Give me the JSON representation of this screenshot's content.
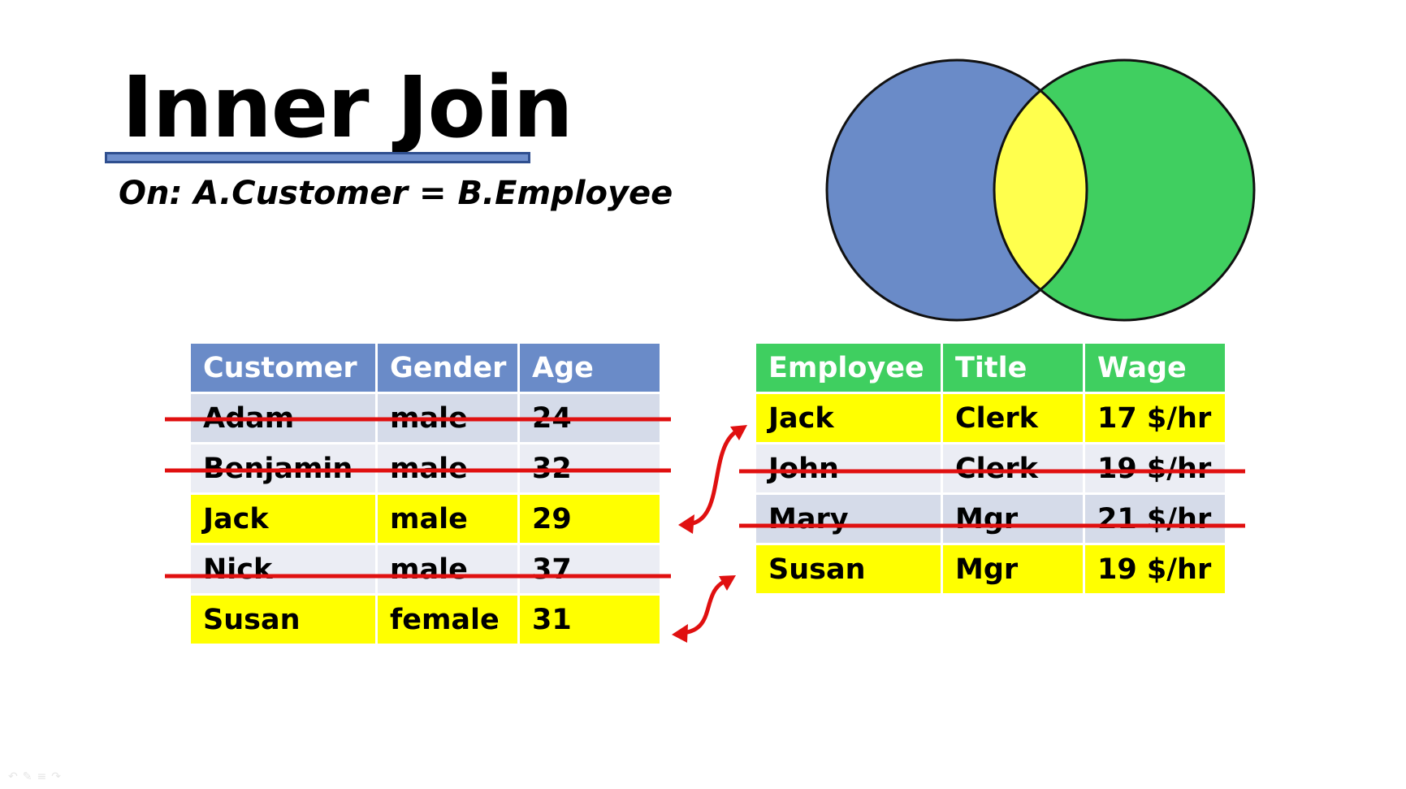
{
  "slide": {
    "title": "Inner Join",
    "subtitle": "On: A.Customer = B.Employee"
  },
  "venn": {
    "left_color": "#6a8bc8",
    "right_color": "#40cf60",
    "overlap_color": "#ffff4d",
    "outline_color": "#111111"
  },
  "table_a": {
    "header_color": "#6a8bc8",
    "columns": [
      "Customer",
      "Gender",
      "Age"
    ],
    "rows": [
      {
        "cells": [
          "Adam",
          "male",
          "24"
        ],
        "matched": false
      },
      {
        "cells": [
          "Benjamin",
          "male",
          "32"
        ],
        "matched": false
      },
      {
        "cells": [
          "Jack",
          "male",
          "29"
        ],
        "matched": true
      },
      {
        "cells": [
          "Nick",
          "male",
          "37"
        ],
        "matched": false
      },
      {
        "cells": [
          "Susan",
          "female",
          "31"
        ],
        "matched": true
      }
    ]
  },
  "table_b": {
    "header_color": "#3fcf60",
    "columns": [
      "Employee",
      "Title",
      "Wage"
    ],
    "rows": [
      {
        "cells": [
          "Jack",
          "Clerk",
          "17 $/hr"
        ],
        "matched": true
      },
      {
        "cells": [
          "John",
          "Clerk",
          "19 $/hr"
        ],
        "matched": false
      },
      {
        "cells": [
          "Mary",
          "Mgr",
          "21 $/hr"
        ],
        "matched": false
      },
      {
        "cells": [
          "Susan",
          "Mgr",
          "19 $/hr"
        ],
        "matched": true
      }
    ]
  },
  "colors": {
    "match_highlight": "#ffff00",
    "strike_and_arrow": "#e01010"
  },
  "icons": [
    "undo-icon",
    "pen-icon",
    "menu-icon",
    "redo-icon"
  ]
}
